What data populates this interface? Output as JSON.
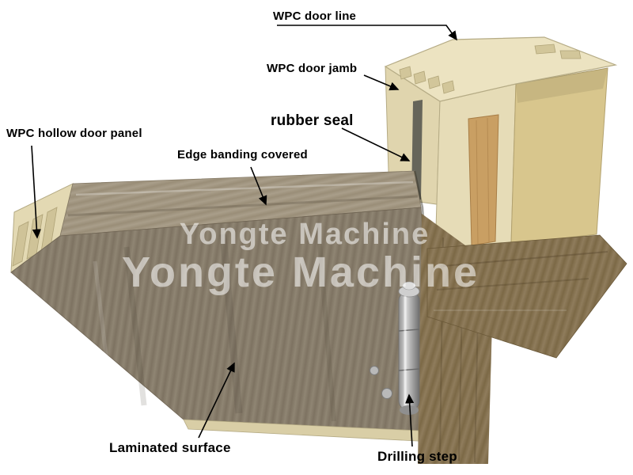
{
  "figure": {
    "description": "Annotated cutaway photo of a WPC door panel and door frame profile",
    "watermark": {
      "line1": "Yongte Machine",
      "line2": "Yongte Machine"
    }
  },
  "labels": {
    "door_line": "WPC door line",
    "door_jamb": "WPC door jamb",
    "rubber_seal": "rubber seal",
    "hollow_panel": "WPC hollow door panel",
    "edge_banding": "Edge banding covered",
    "laminated_surface": "Laminated surface",
    "drilling_step": "Drilling step"
  },
  "colors": {
    "background": "#ffffff",
    "label_text": "#000000",
    "wpc_profile_cream": "#ece3c1",
    "frame_interior_tan": "#d8c68d",
    "door_surface_gray": "#8f8573",
    "frame_wood_brown": "#8f7c5c",
    "hinge_metal": "#b5b5b5",
    "watermark": "#ffffff"
  }
}
